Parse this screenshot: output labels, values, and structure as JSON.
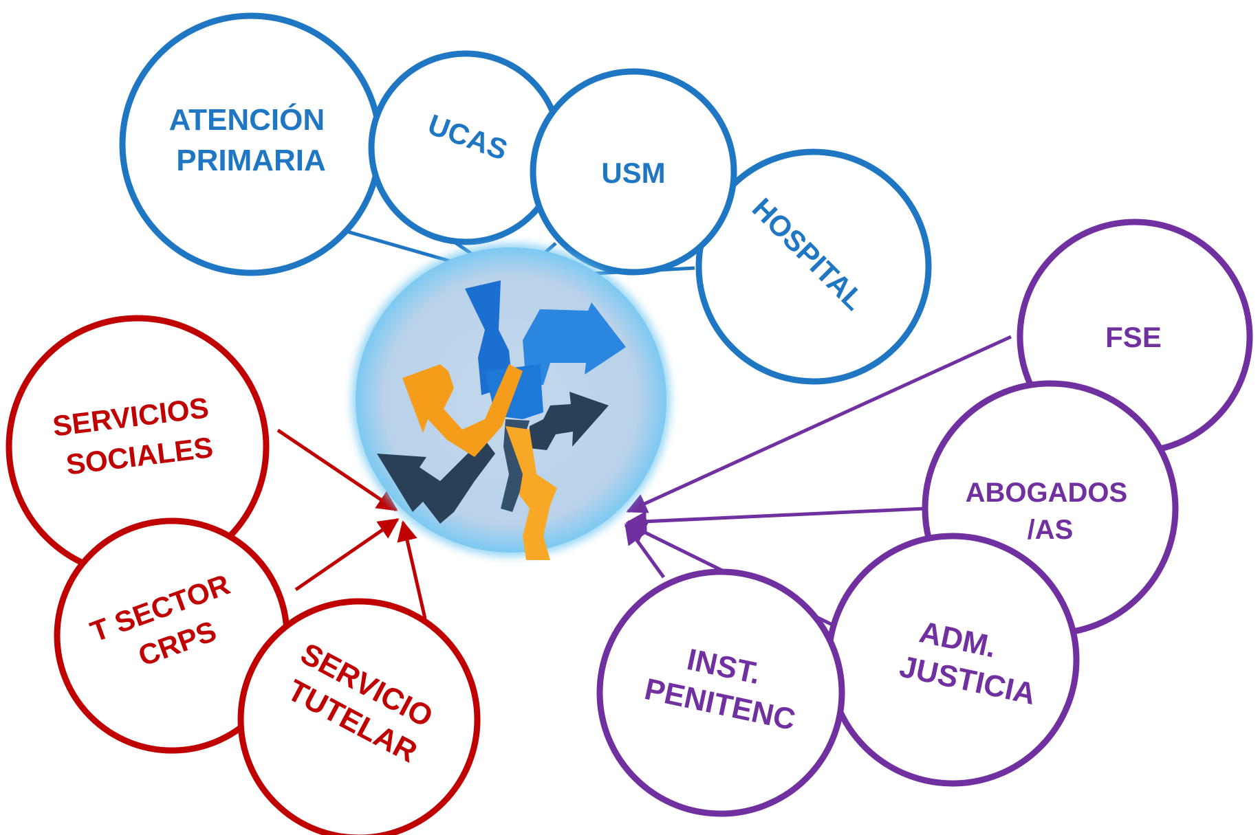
{
  "colors": {
    "blue": "#1f77c4",
    "red": "#c00000",
    "purple": "#7030a0",
    "hub_fill": "#bdd4ea",
    "hub_glow": "#6ec6f0",
    "arrow_blue": "#2b86e0",
    "arrow_orange": "#f59c1a",
    "arrow_dark": "#2a4057"
  },
  "groups": {
    "health": {
      "atencion_primaria": [
        "ATENCIÓN",
        "PRIMARIA"
      ],
      "ucas": [
        "UCAS"
      ],
      "usm": [
        "USM"
      ],
      "hospital": [
        "HOSPITAL"
      ]
    },
    "social": {
      "servicios_sociales": [
        "SERVICIOS",
        "SOCIALES"
      ],
      "t_sector": [
        "T SECTOR",
        "CRPS"
      ],
      "servicio_tutelar": [
        "SERVICIO",
        "TUTELAR"
      ]
    },
    "justice": {
      "fse": [
        "FSE"
      ],
      "abogados": [
        "ABOGADOS",
        "/AS"
      ],
      "adm_justicia": [
        "ADM.",
        "JUSTICIA"
      ],
      "inst_penitenc": [
        "INST.",
        "PENITENC"
      ]
    }
  },
  "hub": {
    "icon": "crossroads-arrows-icon"
  }
}
